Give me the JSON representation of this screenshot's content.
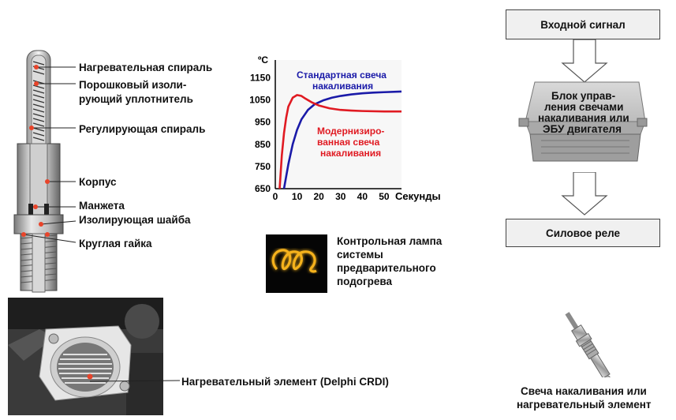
{
  "plug_labels": [
    "Нагревательная спираль",
    "Порошковый изоли-",
    "рующий уплотнитель",
    "Регулирующая спираль",
    "Корпус",
    "Манжета",
    "Изолирующая шайба",
    "Круглая гайка"
  ],
  "chart_data": {
    "type": "line",
    "title": "",
    "ylabel": "ºC",
    "xlabel": "Секунды",
    "x_ticks": [
      0,
      10,
      20,
      30,
      40,
      50
    ],
    "y_ticks": [
      650,
      750,
      850,
      950,
      1050,
      1150
    ],
    "xlim": [
      0,
      58
    ],
    "ylim": [
      650,
      1230
    ],
    "series": [
      {
        "name": "Стандартная свеча накаливания",
        "color": "#1a1aa8",
        "x": [
          4,
          6,
          8,
          10,
          12,
          15,
          18,
          22,
          26,
          30,
          35,
          40,
          45,
          50,
          58
        ],
        "y": [
          650,
          760,
          850,
          915,
          962,
          1005,
          1030,
          1048,
          1060,
          1068,
          1075,
          1080,
          1083,
          1085,
          1088
        ]
      },
      {
        "name": "Модернизированная свеча накаливания",
        "color": "#e01a22",
        "x": [
          2,
          3,
          4,
          5,
          6,
          8,
          10,
          12,
          14,
          17,
          20,
          25,
          30,
          35,
          40,
          50,
          58
        ],
        "y": [
          650,
          800,
          900,
          970,
          1020,
          1060,
          1072,
          1068,
          1055,
          1038,
          1025,
          1012,
          1005,
          1002,
          1000,
          998,
          998
        ]
      }
    ],
    "annotations": {
      "blue_line1": "Стандартная свеча",
      "blue_line2": "накаливания",
      "red_line1": "Модернизиро-",
      "red_line2": "ванная свеча",
      "red_line3": "накаливания"
    },
    "grid": false
  },
  "lamp_text": [
    "Контрольная лампа",
    "системы",
    "предварительного",
    "подогрева"
  ],
  "heater_label": "Нагревательный элемент (Delphi CRDI)",
  "flow": {
    "input_signal": "Входной сигнал",
    "ecu_lines": [
      "Блок управ-",
      "ления свечами",
      "накаливания или",
      "ЭБУ двигателя"
    ],
    "relay": "Силовое реле"
  },
  "glow_plug_caption": [
    "Свеча накаливания или",
    "нагревательный элемент"
  ]
}
